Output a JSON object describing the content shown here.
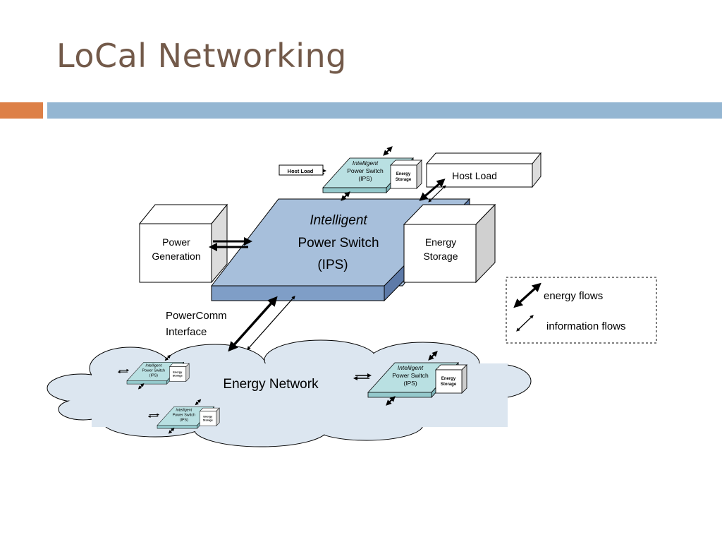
{
  "slide": {
    "title": "LoCal Networking",
    "accent_color": "#dd8047",
    "rule_color": "#94b6d2",
    "title_color": "#735a4a"
  },
  "diagram": {
    "ips": {
      "line1": "Intelligent",
      "line2": "Power Switch",
      "line3": "(IPS)"
    },
    "power_generation": {
      "line1": "Power",
      "line2": "Generation"
    },
    "energy_storage": {
      "line1": "Energy",
      "line2": "Storage"
    },
    "host_load": "Host Load",
    "powercomm": {
      "line1": "PowerComm",
      "line2": "Interface"
    },
    "energy_network": "Energy Network",
    "mini_ips": {
      "line1": "Intelligent",
      "line2": "Power Switch",
      "line3": "(IPS)",
      "storage1": "Energy",
      "storage2": "Storage",
      "host_load": "Host Load"
    }
  },
  "legend": {
    "energy_flows": "energy flows",
    "information_flows": "information flows"
  }
}
